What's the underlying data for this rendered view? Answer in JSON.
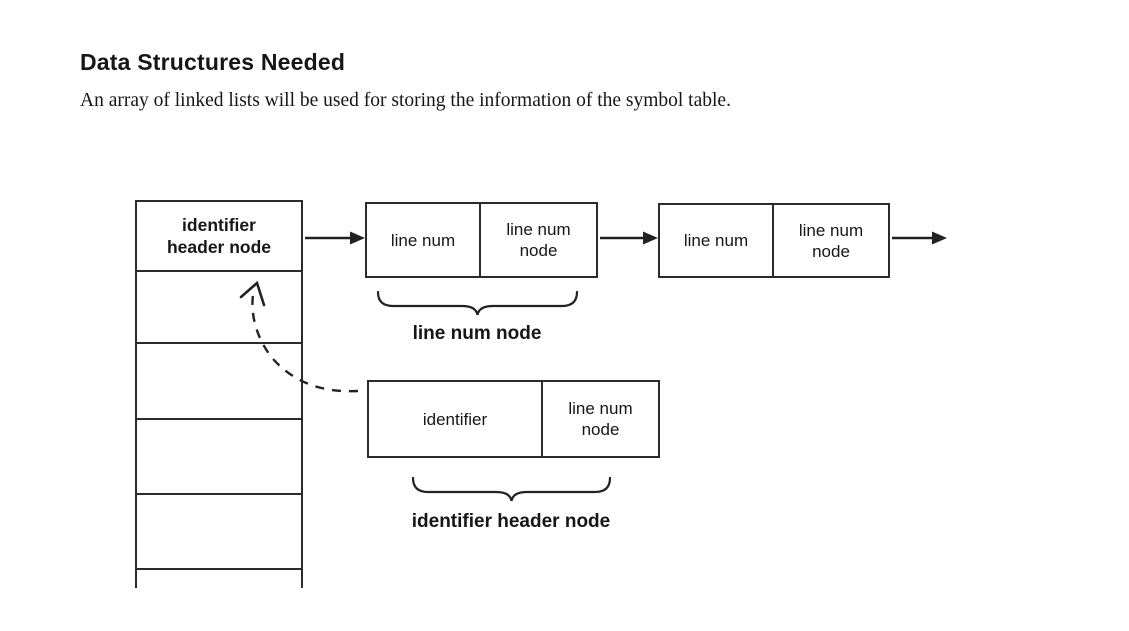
{
  "document": {
    "heading": "Data Structures Needed",
    "intro": "An array of linked lists will be used for storing the information of the symbol table."
  },
  "diagram": {
    "array": {
      "header_cell_label": "identifier header node",
      "empty_cell_count": 4,
      "open_ended_bottom": true
    },
    "nodes": {
      "node1": {
        "data_field": "line num",
        "pointer_field": "line num node"
      },
      "node2": {
        "data_field": "line num",
        "pointer_field": "line num node"
      }
    },
    "header_node_example": {
      "data_field": "identifier",
      "pointer_field": "line num node"
    },
    "captions": {
      "line_num_node": "line num node",
      "identifier_header_node": "identifier header node"
    },
    "colors": {
      "ink": "#2b2b2b",
      "background": "#ffffff"
    }
  }
}
